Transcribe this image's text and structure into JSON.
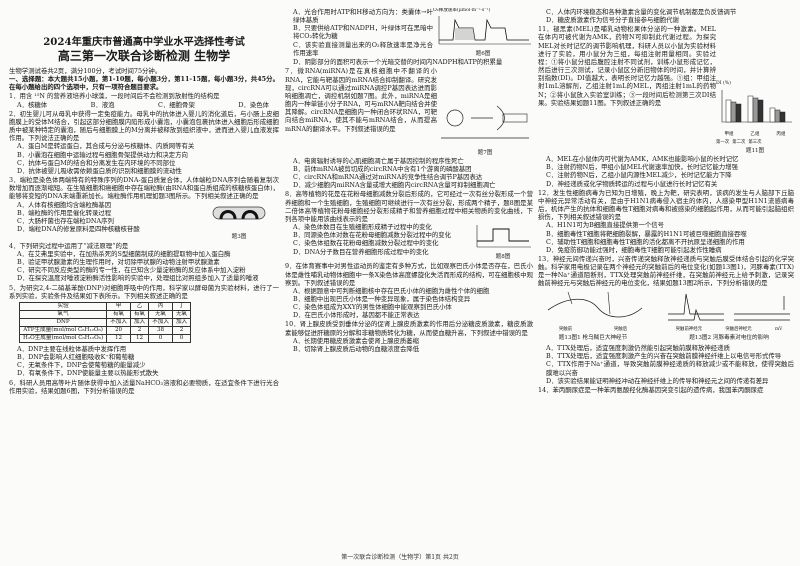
{
  "header": {
    "title1": "2024年重庆市普通高中学业水平选择性考试",
    "title2": "高三第一次联合诊断检测  生物学",
    "note": "生物学测试卷共2页，满分100分，考试时间75分钟。",
    "section1": "一、选择题：本大题共15小题，第1-10题，每小题3分，第11-15题，每小题3分，共45分。在每小题给出的四个选项中，只有一项符合题目要求。"
  },
  "left": [
    {
      "id": "q1",
      "stem": "1．用含 ¹⁵N 的营养液培养小球藻，一段时间后不会检测到放射性的结构是",
      "opts": [
        "A．核糖体",
        "B．液泡",
        "C．细胞骨架",
        "D．染色体"
      ]
    },
    {
      "id": "q2",
      "stem": "2．初生婴儿可从母乳中获得一定免疫能力。母乳中的抗体进入婴儿的消化道后，与小肠上皮细胞膜上的受体M结合，引起这部分细胞膜内陷形成小囊泡，小囊泡包裹抗体进入细胞后形成细胞质中被某种特定的囊泡，随后与细胞膜上的M分离并被释放到组织液中，进而进入婴儿血液发挥作用。下列说法正确的是",
      "opts": [
        "A．蛋白M是转运蛋白，其合成与分泌与核糖体、内质网等有关",
        "B．小囊泡在细胞中运输过程与细胞骨架提供动力和决定方向",
        "C．抗体与蛋白M的结合和分离发生在内环境的不同部位",
        "D．抗体被婴儿吸收需依赖蛋白质的识别和细胞膜的流动性"
      ]
    },
    {
      "id": "q3",
      "stem": "3．端粒是染色体两端特有的特殊序列的DNA-蛋白质复合体，人体端粒DNA序列会随着复制次数增加而逐渐缩短。在生殖细胞和癌细胞中存在端粒酶(由RNA和蛋白质组成的核糖核蛋白体)，能够将变短的DNA末端重新加长。端粒酶作用机理如题3图所示。下列相关叙述正确的是",
      "opts": [
        "A．人体有核细胞均含端粒酶基因",
        "B．端粒酶的作用是催化转录过程",
        "C．大肠杆菌也存在端粒DNA序列",
        "D．端粒DNA的修复原料是四种核糖核苷酸"
      ],
      "figcap": "题3图"
    },
    {
      "id": "q4",
      "stem": "4．下列研究过程中运用了“减法原理”的是",
      "opts": [
        "A．在艾弗里实验中，在加热杀死的S型细菌制成的细胞提取物中加入蛋白酶",
        "B．验证甲状腺激素的生理作用时，对切除甲状腺的动物注射甲状腺激素",
        "C．研究不同反应类型的酶的专一性，在已知含少量淀粉酶的反应体系中加入淀粉",
        "D．在探究温度对唾液淀粉酶活性影响的实验中，处理组比对照组多加入了适量的唾液"
      ]
    },
    {
      "id": "q5",
      "stem": "5．为研究2,4-二硝基苯酚(DNP)对细胞呼吸中的作用，科学家以酵母菌为实验材料，进行了一系列实验，实验条件及结果如下表所示。下列相关叙述正确的是",
      "table": {
        "h": [
          "实验",
          "氧气",
          "DNP",
          "ATP生成量(mol/mol C₆H₁₂O₆)",
          "H₂O生成量(mol/mol C₆H₁₂O₆)"
        ],
        "cols": [
          "甲",
          "乙",
          "丙",
          "丁"
        ],
        "rows": [
          [
            "有氧",
            "有氧",
            "无氧",
            "无氧"
          ],
          [
            "不加入",
            "加入",
            "不加入",
            "加入"
          ],
          [
            "20",
            "2",
            "38",
            "2"
          ],
          [
            "12",
            "12",
            "0",
            "0"
          ]
        ]
      },
      "opts": [
        "A．DNP主要在线粒体基质中发挥作用",
        "B．DNP会影响人红细胞吸收K⁺和葡萄糖",
        "C．无氧条件下，DNP会使葡萄糖的能量减少",
        "D．有氧条件下，DNP使能量主要以热能形式散失"
      ]
    },
    {
      "id": "q6",
      "stem": "6．科研人员用高等叶片随体获得中加入适量NaHCO₃溶液和必要物质，在适宜条件下进行光合作用实验，结果如题6图，下列分析错误的是"
    }
  ],
  "mid": [
    {
      "id": "q6b",
      "opts": [
        "A．光合作用时ATP和H移动方向为：类囊体→叶绿体基质",
        "B．只要供给ATP和NADPH，叶绿体可在黑暗中将CO₂转化为糖",
        "C．该实验直接测量出来的O₂释放速率是净光合作用速率",
        "D．阴影部分的面积可表示一个光暗交替的时间内NADPH和ATP的积累量"
      ],
      "figcap": "题6图",
      "chart_label": "O₂释放速率(μmol·m⁻²·s⁻¹)"
    },
    {
      "id": "q7",
      "stem": "7．微RNA(miRNA)是在真核细胞中不翻译的小RNA，它能与靶基因的mRNA结合抑制翻译。研究发现，circRNA可以通过miRNA调控P基因表达进而影响细胞凋亡，调控机制如题7图。此外，miRNA是细胞内一种单链小分子RNA，可与mRNA靶向结合并使其降解。circRNA是细胞内一种闭合环状RNA，可靶向结合miRNA，使其不能与mRNA结合，从而提高mRNA的翻译水平。下列叙述错误的是",
      "figcap": "题7图",
      "opts": [
        "A．电离辐射诱导的心肌细胞凋亡属于基因控制的程序性死亡",
        "B．前体mRNA被剪切成的circRNA中含有1个游离的磷酸基团",
        "C．circRNA和mRNA通过对miRNA的竞争性结合调节P基因表达",
        "D．减少细胞内miRNA含量或增大细胞内circRNA含量可抑制细胞凋亡"
      ]
    },
    {
      "id": "q8",
      "stem": "8．高等植物的花是在花粉母细胞减数分裂后形成的，它可经过一次有丝分裂形成一个营养细胞和一个生殖细胞，生殖细胞可继续进行一次有丝分裂，形成两个精子，题8图是某二倍体高等植物花粉母细胞经分裂形成精子和营养细胞过程中相关物质的变化曲线，下列各项中能用该曲线表示的是",
      "figcap": "题8图",
      "opts": [
        "A．染色体数目在生殖细胞形成精子过程中的变化",
        "B．同源染色体对数在花粉母细胞减数分裂过程中的变化",
        "C．染色体组数在花粉母细胞减数分裂过程中的变化",
        "D．DNA分子数目在营养细胞形成过程中的变化"
      ]
    },
    {
      "id": "q9",
      "stem": "9．在体育赛事中对男性运动员的鉴定有多种方式，比如观察巴氏小体是否存在，巴氏小体是雌性哺乳动物体细胞中一条X染色体高度螺旋化失活而形成的结构，可在细胞核中观察到。下列叙述错误的是",
      "opts": [
        "A．根据题意中可判断细胞核中存在巴氏小体的细胞为雌性个体的细胞",
        "B．细胞中出现巴氏小体是一种变异现象，属于染色体结构变异",
        "C．染色体组成为XXY的男性体细胞中能观察到巴氏小体",
        "D．在巴氏小体形成时，基因都不能正常表达"
      ]
    },
    {
      "id": "q10",
      "stem": "10．肾上腺皮质受到垂体分泌的促肾上腺皮质激素的作用后分泌糖皮质激素，糖皮质激素能够促进肝糖原的分解和非糖物质转化为糖，从而使血糖升高，下列叙述中错误的是",
      "opts": [
        "A．长期使用糖皮质激素会使肾上腺皮质萎缩",
        "B．切除肾上腺皮质后动物的血糖浓度会降低"
      ]
    }
  ],
  "right": [
    {
      "id": "q10b",
      "opts": [
        "C．人体内环境稳态和各种激素含量的变化调节机制都是负反馈调节",
        "D．糖皮质激素作为信号分子直接参与细胞代谢"
      ]
    },
    {
      "id": "q11",
      "stem": "11．褪黑素(MEL)是哺乳动物松果体分泌的一种激素。MEL在体内可被代谢为AMK，药物N可抑制此代谢过程。为探究MEL对长时记忆的调节影响机理，科研人员以小鼠为实验材料进行了实验，用小鼠分为三组，每组注射用量相同。实验过程：①将小鼠分组后腹腔注射不同试剂，训练小鼠形成记忆，然后进行三次测试，记录小鼠区分新旧物体的时间，并计算辨别指数(DI)。DI值越大，表明长时记忆力越强。①组：甲组注射1mL溶解剂，乙组注射1mL的MEL，丙组注射1mL的药物N；②将小鼠放入实验室训练；③一段时间后检测第三次DI结果。实验结果如题11图。下列叙述正确的是",
      "figcap": "题11图",
      "legend": [
        "第一次",
        "第二次",
        "第三次"
      ],
      "groups": [
        "甲组",
        "乙组",
        "丙组"
      ],
      "ylabel": "DI (%)",
      "opts": [
        "A．MEL在小鼠体内可代谢为AMK，AMK也能影响小鼠的长时记忆",
        "B．注射药物N后，甲组小鼠MEL代谢速率加快，长时记忆能力增强",
        "C．注射药物N后，乙组小鼠内源性MEL减少，长时记忆能力下降",
        "D．神经递质或化学物质转运的过程与小鼠进行长时记忆有关"
      ]
    },
    {
      "id": "q12",
      "stem": "12．发生性细胞病毒为已知为日增殖，晚上为靶，研究表明，该病的发生与人脑部下丘脑中神经元异常活动有关，是由于H1N1病毒侵入宿主的体内，人感染甲型H1N1流感病毒后，机体产生的抗体和细胞毒性T细胞对病毒和被感染的细胞起作用，从而可能引起脑组织损伤，下列相关叙述错误的是",
      "opts": [
        "A．H1N1可为B细胞直接提供第一个信号",
        "B．细胞毒性T细胞将靶细胞裂解，暴露的H1N1可被巨噬细胞直接吞噬",
        "C．辅助性T细胞和细胞毒性T细胞的活化都离不开抗原呈递细胞的作用",
        "D．免疫防御功能过强时，细胞毒性T细胞可能引起发作性睡病"
      ]
    },
    {
      "id": "q13",
      "stem": "13．神经元间传递兴奋时，兴奋传递突触释放神经递质与突触后膜受体结合引起的化学突触。科学家用电极记录在两个神经元的突触前后的电位变化(如题13图1)，河豚毒素(TTX)是一种Na⁺通道阻断剂，TTX处理突触前神经纤维，在突触前神经元上给予刺激，记录突触前神经元与突触后神经元的电位变化，结果如题13图2所示，下列分析错误的是",
      "figcap1": "题13图1 枪乌贼巨大神经节",
      "figcap2": "题13图2 河豚毒素对电位的影响",
      "fig_labels": [
        "突触前",
        "突触后",
        "刺激",
        "记录",
        "突触前神经元",
        "突触后神经元",
        "mV"
      ],
      "opts": [
        "A．TTX处理后，适宜强度刺激仍然能引起突触前膜释放神经递质",
        "B．TTX处理后，适宜强度刺激产生的兴奋在突触前膜神经纤维上以电信号形式传导",
        "C．TTX作用于Na⁺通道，导致突触前膜神经递质的释放减少或不能释放，使得突触后膜难以兴奋",
        "D．该实验结果能证明神经冲动在神经纤维上的传导和神经元之间的传递有差异"
      ]
    },
    {
      "id": "q14",
      "stem": "14．苯丙酮尿症是一种苯丙氨酸羟化酶基因突变引起的遗传病，我国苯丙酮尿症"
    }
  ],
  "footer": "第一次联合诊断检测（生物学）第1页 共2页"
}
